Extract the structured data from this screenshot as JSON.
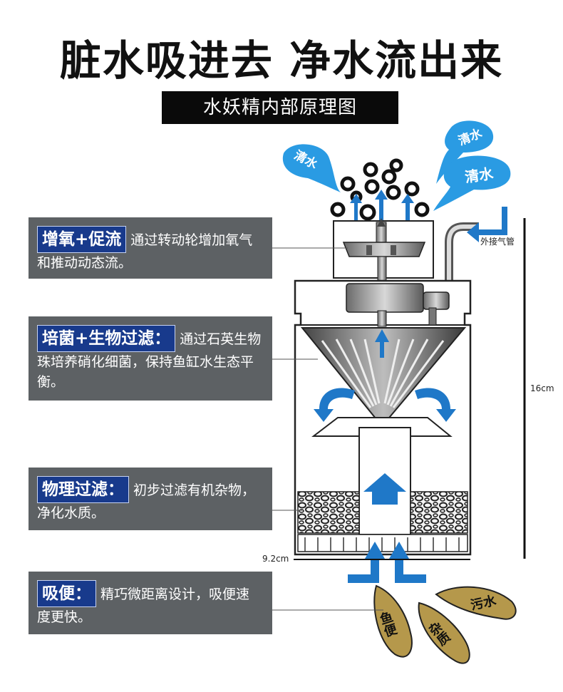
{
  "header": {
    "title": "脏水吸进去 净水流出来",
    "subtitle": "水妖精内部原理图"
  },
  "water_bubbles": [
    "清水",
    "清水",
    "清水"
  ],
  "callouts": {
    "external_air_tube": "外接气管",
    "height": "16cm",
    "width": "9.2cm"
  },
  "panels": [
    {
      "tag": "增氧+促流",
      "text": "通过转动轮增加氧气和推动动态流。"
    },
    {
      "tag": "培菌+生物过滤：",
      "text": "通过石英生物珠培养硝化细菌，保持鱼缸水生态平衡。"
    },
    {
      "tag": "物理过滤：",
      "text": "初步过滤有机杂物，净化水质。"
    },
    {
      "tag": "吸便：",
      "text": "精巧微距离设计，吸便速度更快。"
    }
  ],
  "waste": [
    "污水",
    "鱼便",
    "杂质"
  ],
  "colors": {
    "accent_blue": "#1f78c8",
    "tag_blue": "#183a8c",
    "panel_gray": "#5d6164"
  }
}
